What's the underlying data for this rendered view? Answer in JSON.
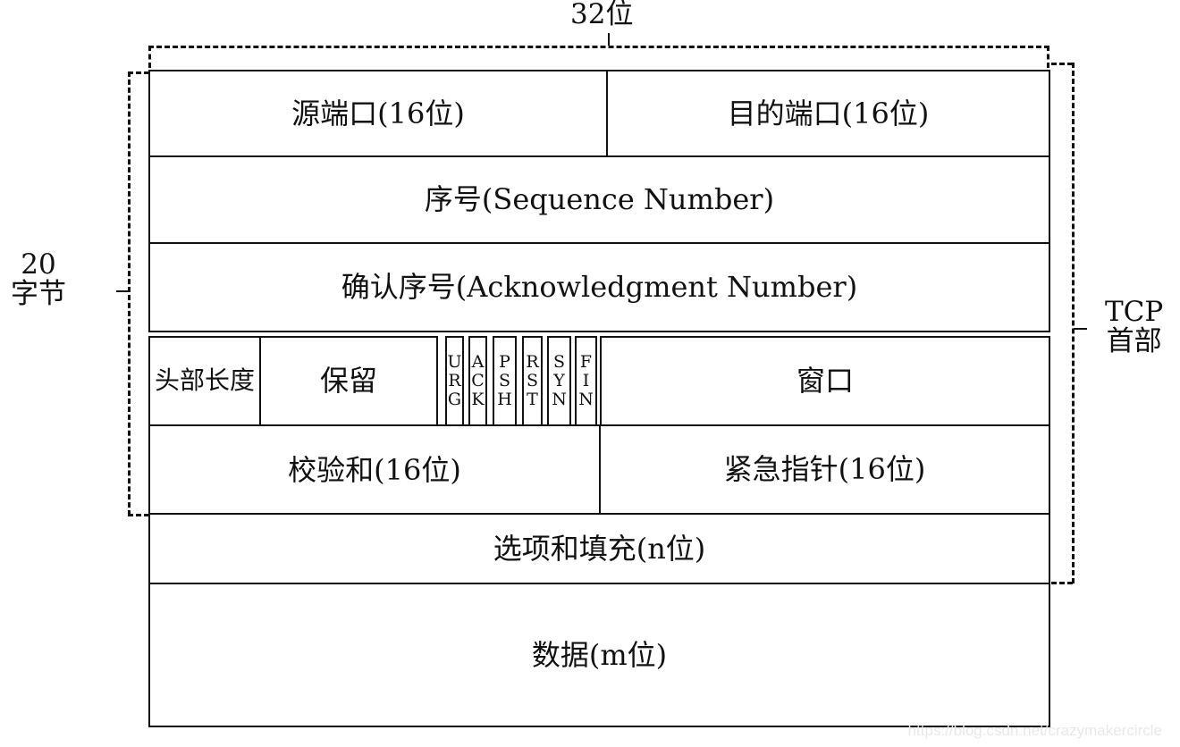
{
  "annotations": {
    "bits": "32位",
    "bytes_line1": "20",
    "bytes_line2": "字节",
    "tcp_line1": "TCP",
    "tcp_line2": "首部"
  },
  "fields": {
    "source_port": "源端口(16位)",
    "dest_port": "目的端口(16位)",
    "sequence": "序号(Sequence Number)",
    "ack": "确认序号(Acknowledgment Number)",
    "header_length": "头部长度",
    "reserved": "保留",
    "window": "窗口",
    "checksum": "校验和(16位)",
    "urgent_pointer": "紧急指针(16位)",
    "options": "选项和填充(n位)",
    "data": "数据(m位)"
  },
  "flags": [
    {
      "c1": "U",
      "c2": "R",
      "c3": "G"
    },
    {
      "c1": "A",
      "c2": "C",
      "c3": "K"
    },
    {
      "c1": "P",
      "c2": "S",
      "c3": "H"
    },
    {
      "c1": "R",
      "c2": "S",
      "c3": "T"
    },
    {
      "c1": "S",
      "c2": "Y",
      "c3": "N"
    },
    {
      "c1": "F",
      "c2": "I",
      "c3": "N"
    }
  ],
  "watermark": "https://blog.csdn.net/crazymakercircle"
}
